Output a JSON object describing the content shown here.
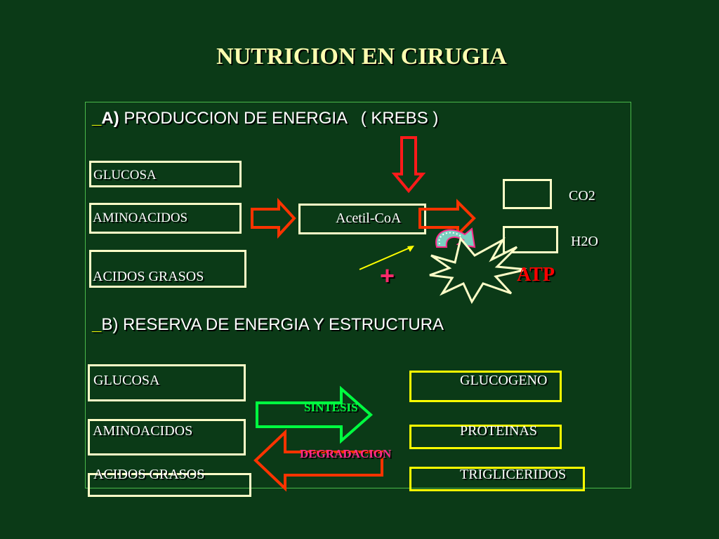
{
  "title": "NUTRICION EN CIRUGIA",
  "section_a": {
    "marker": "_",
    "letter": "A)",
    "text": " PRODUCCION DE ENERGIA   ( KREBS )"
  },
  "section_b": {
    "marker": "_",
    "text": "B) RESERVA DE ENERGIA Y ESTRUCTURA"
  },
  "a_inputs": [
    "GLUCOSA",
    "AMINOACIDOS",
    "ACIDOS GRASOS"
  ],
  "acetil": "Acetil-CoA",
  "products": {
    "co2": "CO2",
    "h2o": "H2O"
  },
  "plus": "+",
  "atp": "ATP",
  "b_left": [
    "GLUCOSA",
    "AMINOACIDOS",
    "ACIDOS GRASOS"
  ],
  "b_right": [
    "GLUCOGENO",
    "PROTEINAS",
    "TRIGLICERIDOS"
  ],
  "arrows": {
    "synthesis": "SINTESIS",
    "degradation": "DEGRADACION"
  },
  "colors": {
    "background": "#0b3a17",
    "title": "#ffffb0",
    "atp": "#ff0000",
    "synthesis": "#00ff40",
    "degradation": "#ff2a8a",
    "arrow_red": "#ff3300",
    "box_yellow": "#ffff00"
  }
}
